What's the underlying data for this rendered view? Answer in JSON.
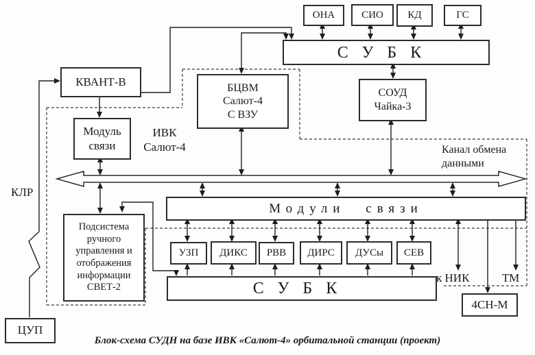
{
  "nodes": {
    "ona": "ОНА",
    "sio": "СИО",
    "kd": "КД",
    "gs": "ГС",
    "subk_top": "СУБК",
    "kvant": "КВАНТ-В",
    "bcvm": "БЦВМ\nСалют-4\nС ВЗУ",
    "soud": "СОУД\nЧайка-3",
    "modul_svyazi": "Модуль\nсвязи",
    "podsistema": "Подсистема\nручного\nуправления и\nотображения\nинформации\nСВЕТ-2",
    "moduli_svyazi": "Модули связи",
    "uzp": "УЗП",
    "diks": "ДИКС",
    "rvv": "РВВ",
    "dirs": "ДИРС",
    "dusy": "ДУСы",
    "sev": "СЕВ",
    "subk_bottom": "СУБК",
    "sn4m": "4СН-М",
    "cup": "ЦУП"
  },
  "labels": {
    "ivk": "ИВК\nСалют-4",
    "kanal": "Канал обмена\nданными",
    "klr": "КЛР",
    "k_nik": "к НИК",
    "tm": "ТМ",
    "caption": "Блок-схема СУДН на базе ИВК «Салют-4» орбитальной станции (проект)"
  }
}
